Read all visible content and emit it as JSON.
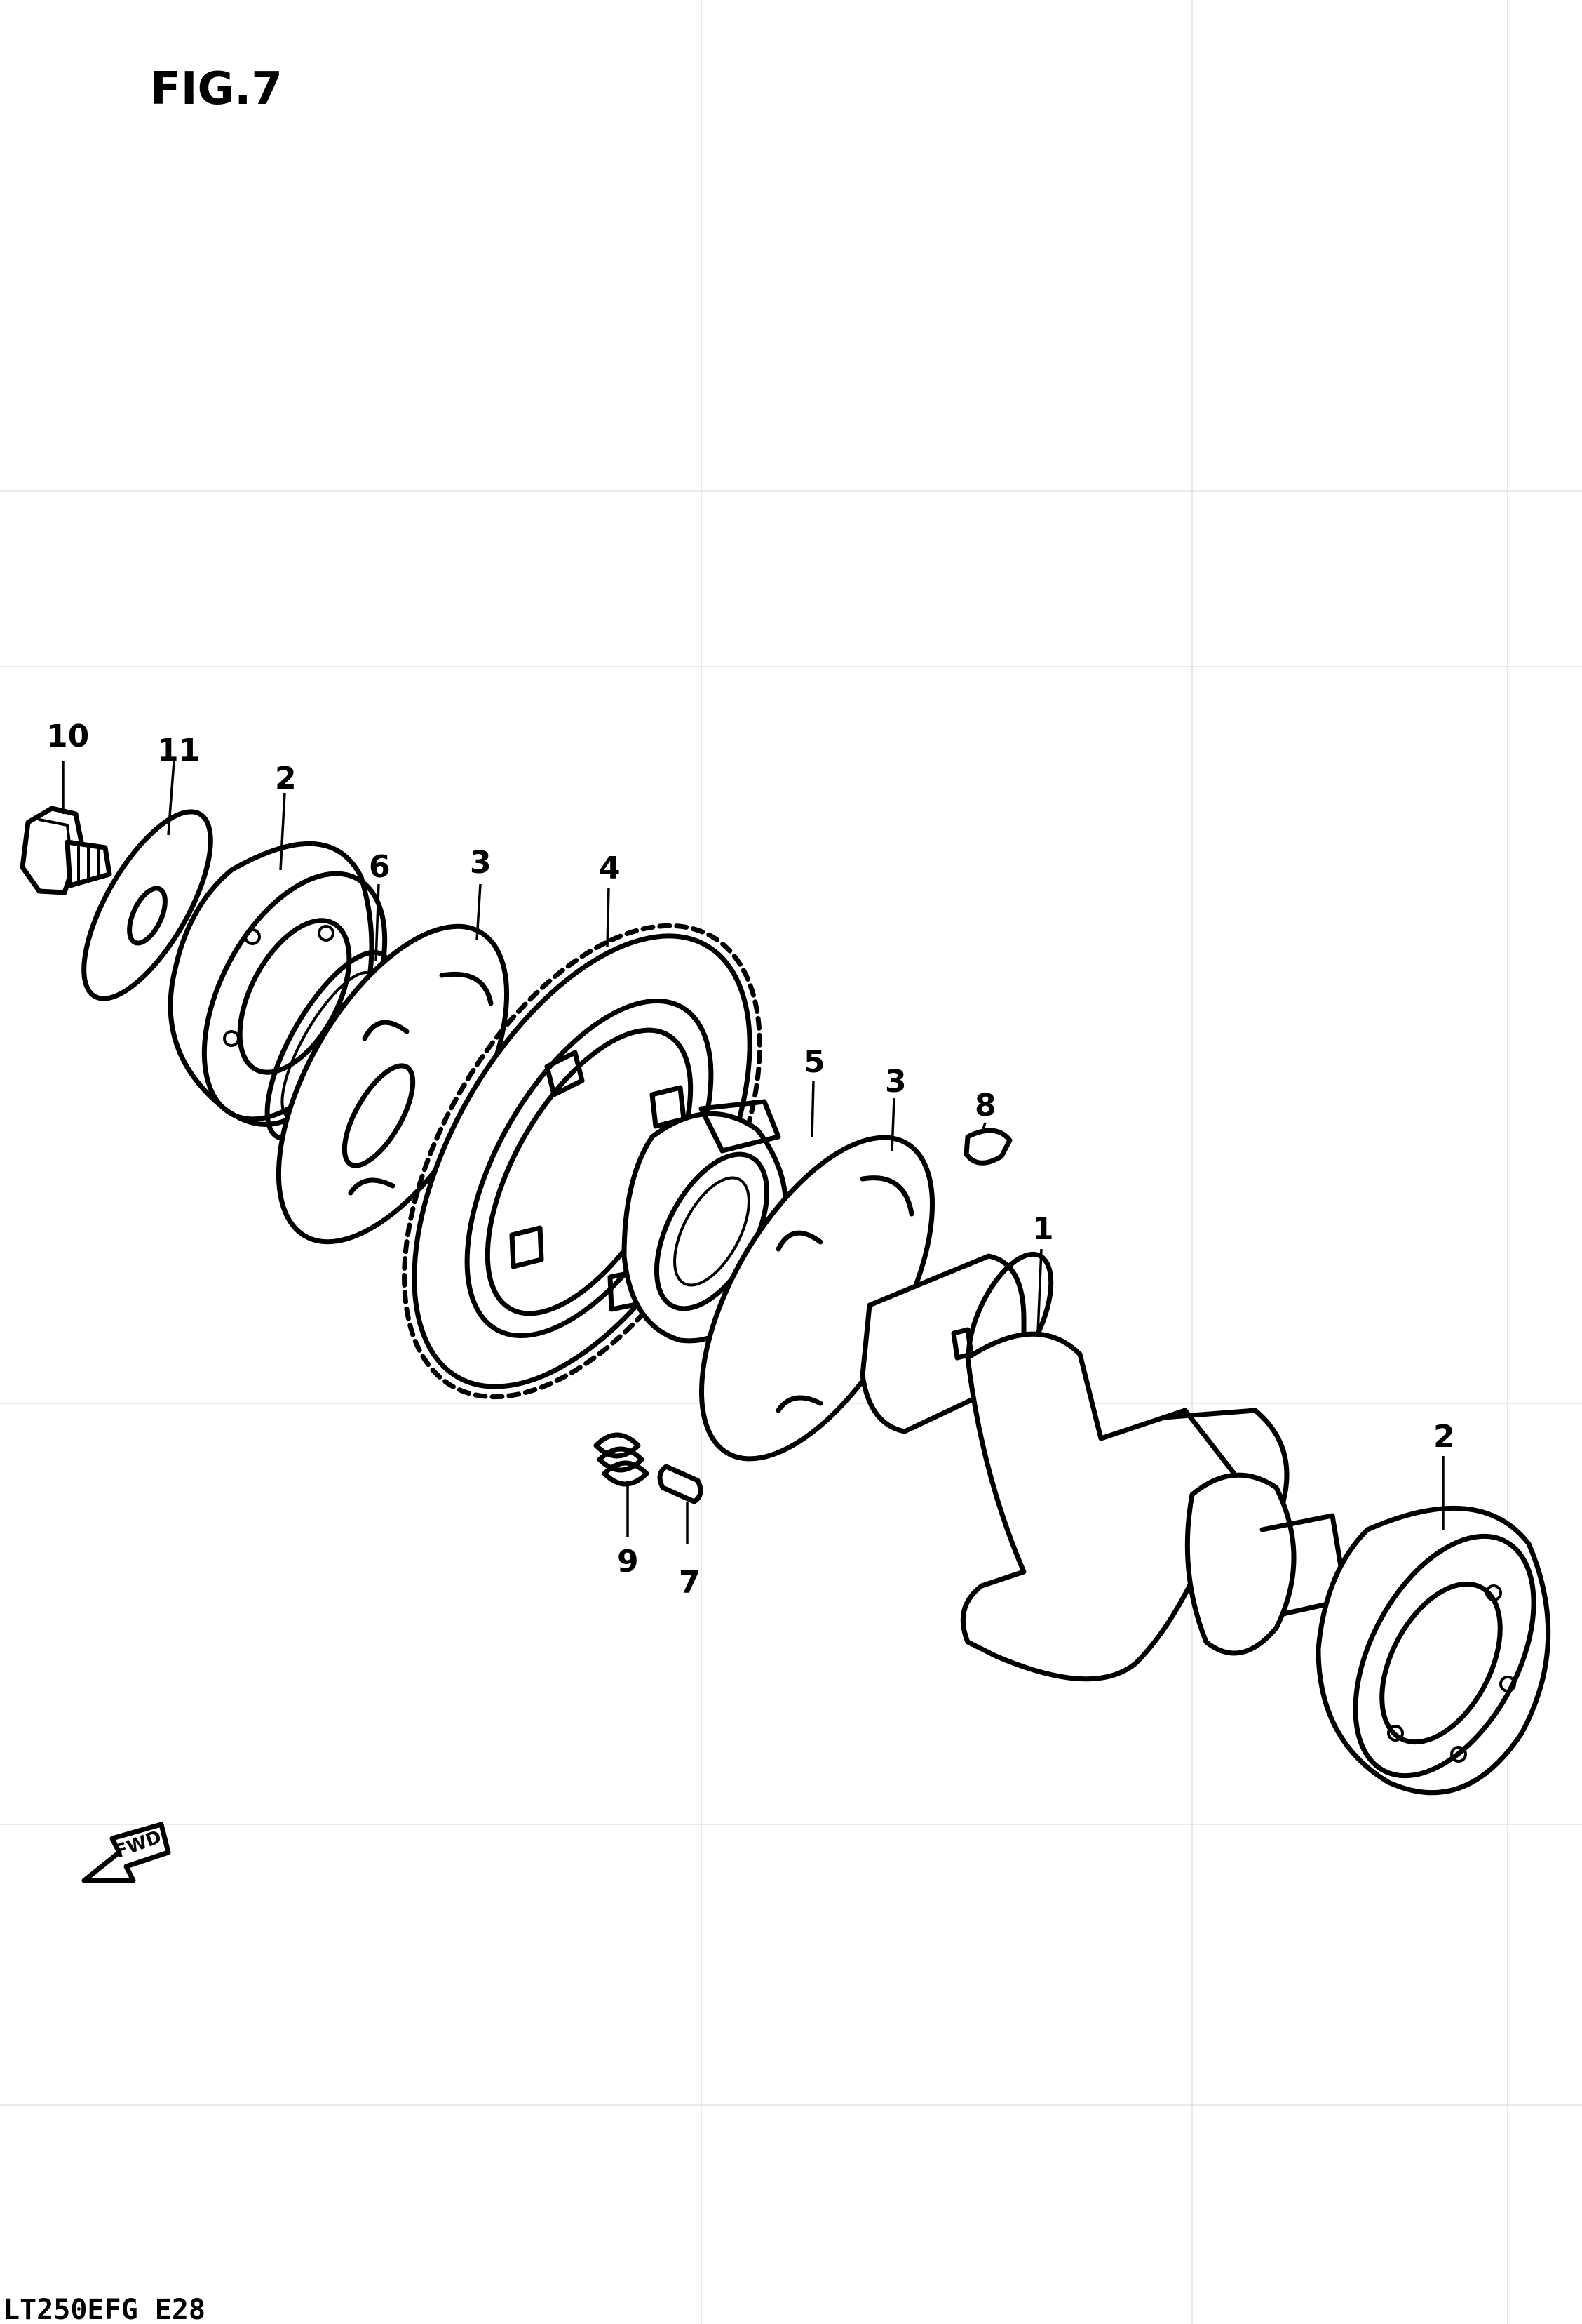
{
  "figure": {
    "title": "FIG.7",
    "footer": "LT250EFG E28",
    "fwd_label": "FWD"
  },
  "callouts": [
    {
      "id": "10",
      "label": "10"
    },
    {
      "id": "11",
      "label": "11"
    },
    {
      "id": "2a",
      "label": "2"
    },
    {
      "id": "6",
      "label": "6"
    },
    {
      "id": "3a",
      "label": "3"
    },
    {
      "id": "4",
      "label": "4"
    },
    {
      "id": "5",
      "label": "5"
    },
    {
      "id": "3b",
      "label": "3"
    },
    {
      "id": "8",
      "label": "8"
    },
    {
      "id": "1",
      "label": "1"
    },
    {
      "id": "2b",
      "label": "2"
    },
    {
      "id": "9",
      "label": "9"
    },
    {
      "id": "7",
      "label": "7"
    }
  ]
}
